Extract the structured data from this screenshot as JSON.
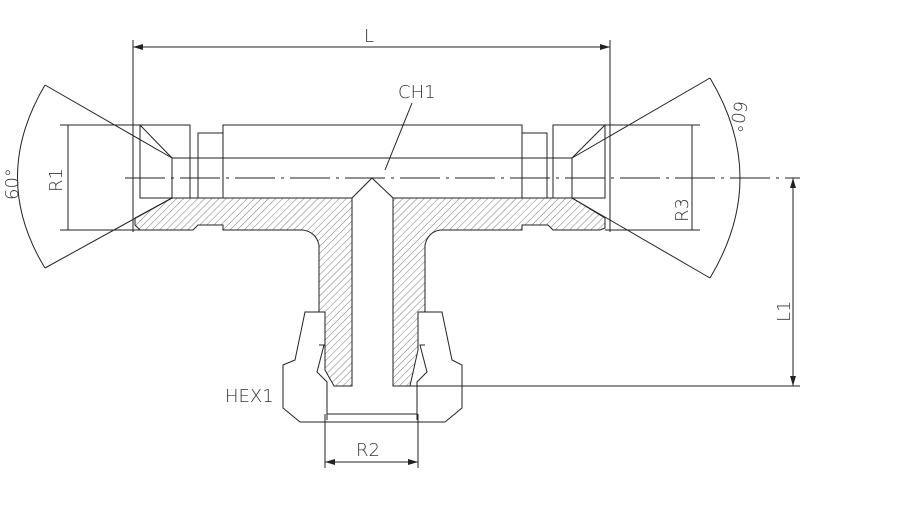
{
  "labels": {
    "length": "L",
    "chamfer": "CH1",
    "angle_left": "60°",
    "angle_right": "60°",
    "radius_left": "R1",
    "radius_right": "R3",
    "length_branch": "L1",
    "hex": "HEX1",
    "radius_bottom": "R2"
  }
}
